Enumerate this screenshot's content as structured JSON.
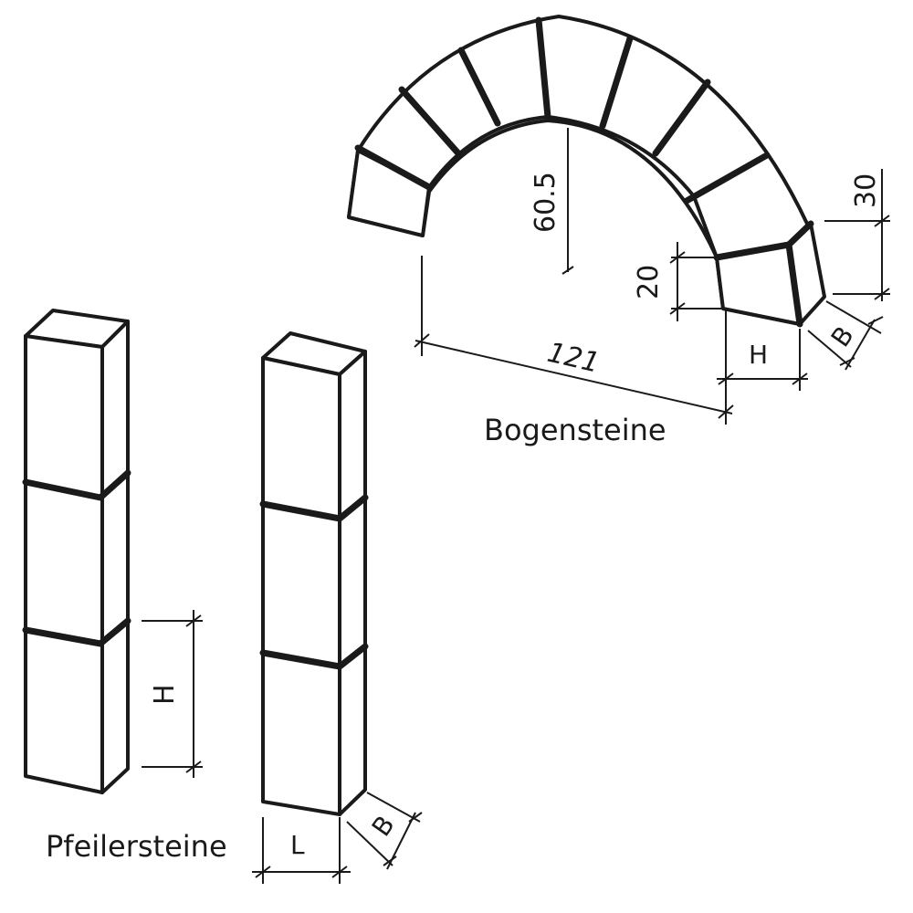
{
  "captions": {
    "arch": "Bogensteine",
    "pillars": "Pfeilersteine"
  },
  "dimensions": {
    "arch_span": "121",
    "arch_height": "60.5",
    "stone_height_small": "20",
    "stone_height_large": "30",
    "arch_h": "H",
    "arch_b": "B",
    "pillar_h": "H",
    "pillar_l": "L",
    "pillar_b": "B"
  },
  "colors": {
    "line": "#1a1a1a",
    "background": "#ffffff"
  }
}
